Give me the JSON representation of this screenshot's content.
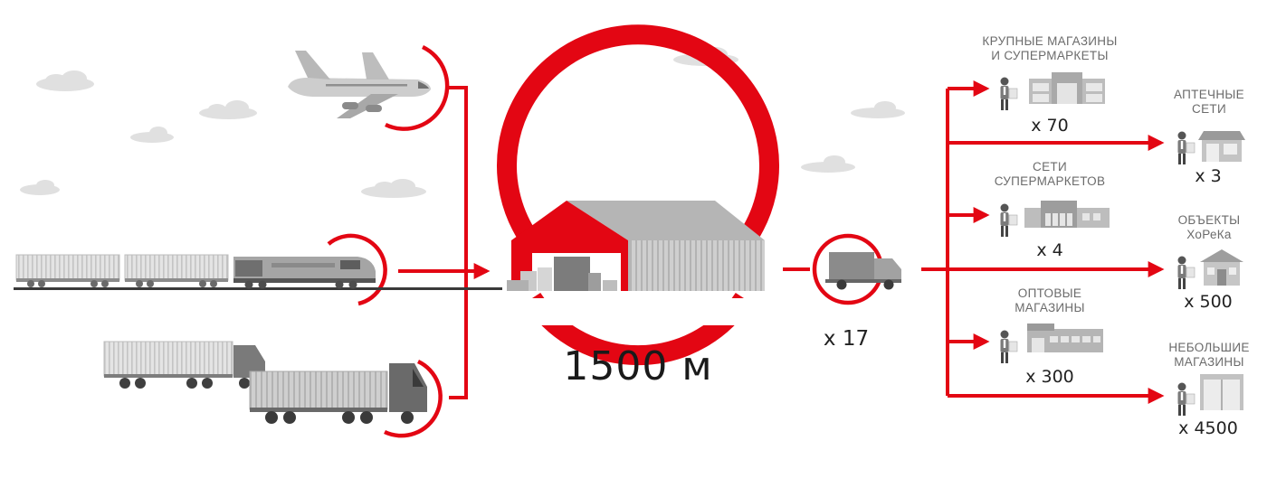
{
  "colors": {
    "accent": "#e30613",
    "gray_dark": "#6d6d6d",
    "gray_mid": "#9a9a9a",
    "gray_light": "#c9c9c9",
    "cloud": "#e2e2e2"
  },
  "inbound": [
    {
      "icon": "airplane-icon"
    },
    {
      "icon": "train-icon"
    },
    {
      "icon": "truck-trailer-icon"
    }
  ],
  "warehouse": {
    "icon": "warehouse-icon",
    "area": "1500 м"
  },
  "delivery": {
    "icon": "delivery-truck-icon",
    "count": "х 17"
  },
  "destinations_left": [
    {
      "label_line1": "КРУПНЫЕ МАГАЗИНЫ",
      "label_line2": "И СУПЕРМАРКЕТЫ",
      "count": "х 70",
      "icon": "supermarket-icon"
    },
    {
      "label_line1": "СЕТИ",
      "label_line2": "СУПЕРМАРКЕТОВ",
      "count": "х 4",
      "icon": "supermarket-chain-icon"
    },
    {
      "label_line1": "ОПТОВЫЕ",
      "label_line2": "МАГАЗИНЫ",
      "count": "х 300",
      "icon": "wholesale-store-icon"
    }
  ],
  "destinations_right": [
    {
      "label_line1": "АПТЕЧНЫЕ",
      "label_line2": "СЕТИ",
      "count": "х 3",
      "icon": "pharmacy-icon"
    },
    {
      "label_line1": "ОБЪЕКТЫ",
      "label_line2": "ХоРеКа",
      "count": "х 500",
      "icon": "horeca-icon"
    },
    {
      "label_line1": "НЕБОЛЬШИЕ",
      "label_line2": "МАГАЗИНЫ",
      "count": "х 4500",
      "icon": "small-shop-icon"
    }
  ]
}
